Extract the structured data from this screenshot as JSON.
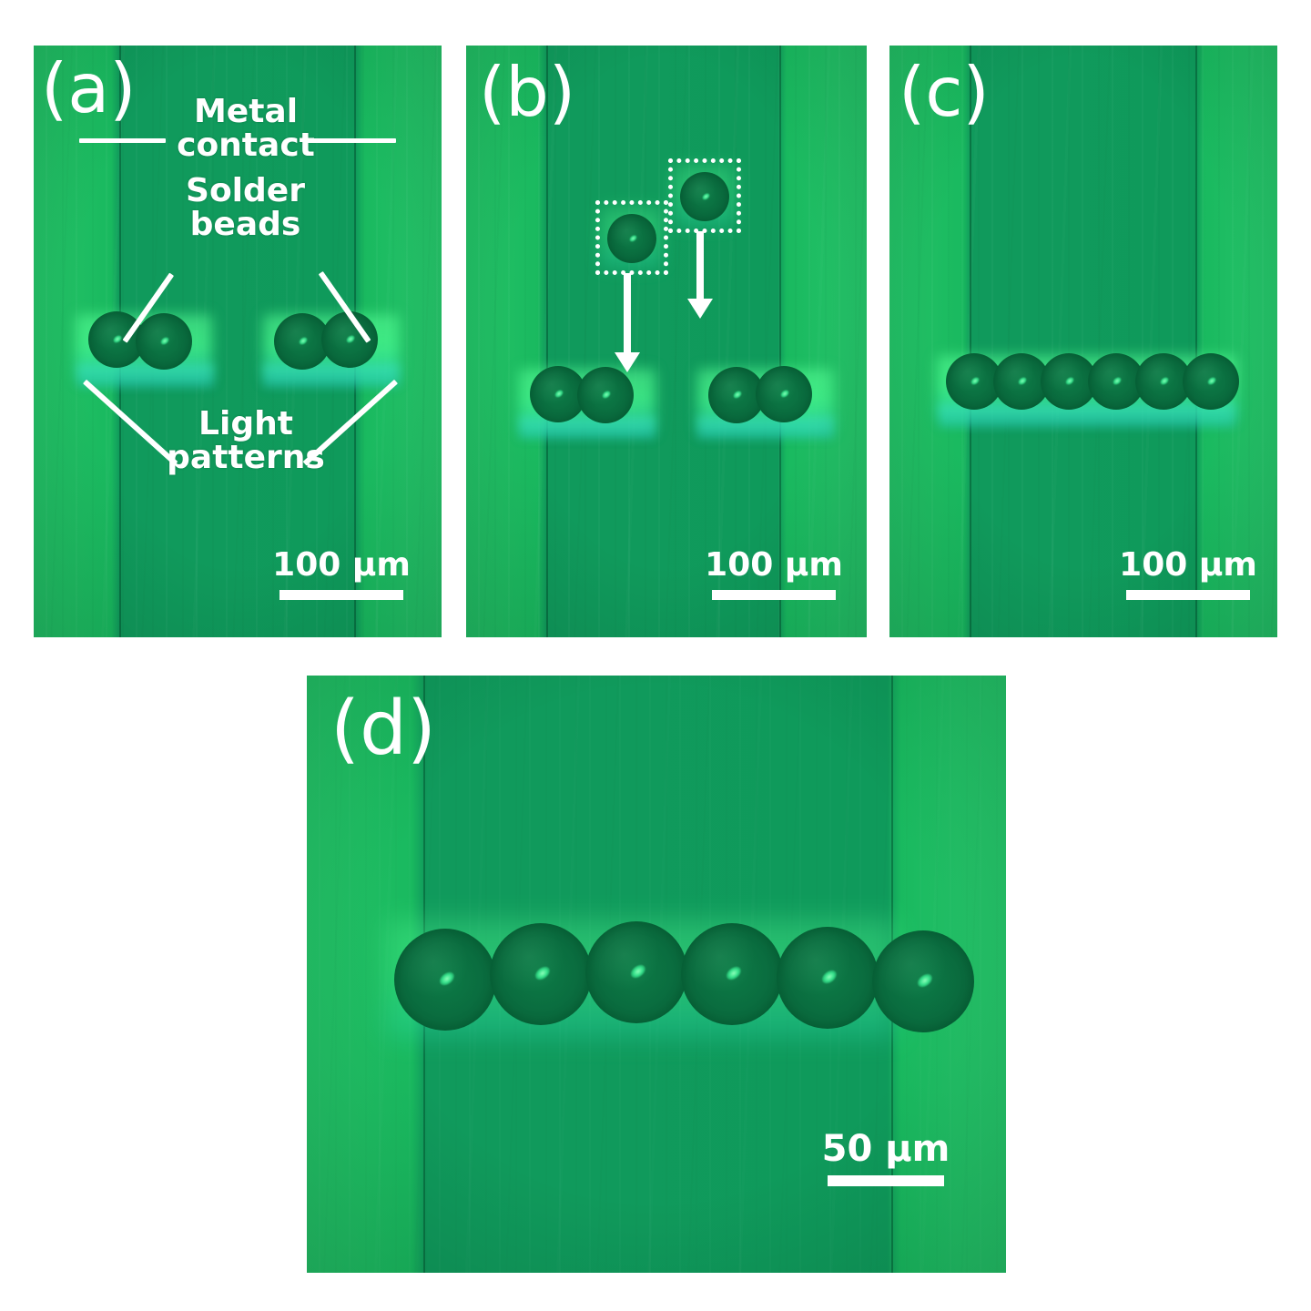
{
  "figure": {
    "type": "microscopy-figure",
    "background": "#ffffff",
    "colors": {
      "metal_contact_green": "#22c066",
      "channel_green": "#0f9a5b",
      "solder_bead_green": "#0a6b3e",
      "light_pattern_glow": "#4cf08c",
      "annotation_white": "#ffffff"
    }
  },
  "panels": [
    {
      "id": "a",
      "label": "(a)",
      "annotations": [
        {
          "name": "metal-contact",
          "text": "Metal\ncontact",
          "line1": "Metal",
          "line2": "contact"
        },
        {
          "name": "solder-beads",
          "text": "Solder\nbeads",
          "line1": "Solder",
          "line2": "beads"
        },
        {
          "name": "light-patterns",
          "text": "Light\npatterns",
          "line1": "Light",
          "line2": "patterns"
        }
      ],
      "scalebar": {
        "value": "100",
        "unit": "µm",
        "text": "100 µm"
      },
      "bead_groups": [
        {
          "name": "bead-pair-left",
          "count": 2
        },
        {
          "name": "bead-pair-right",
          "count": 2
        }
      ],
      "bead_count": 4
    },
    {
      "id": "b",
      "label": "(b)",
      "annotations": [],
      "scalebar": {
        "value": "100",
        "unit": "µm",
        "text": "100 µm"
      },
      "highlighted_beads": [
        {
          "name": "dotted-box-bead-left",
          "count": 1
        },
        {
          "name": "dotted-box-bead-right",
          "count": 1
        }
      ],
      "arrows": 2,
      "bead_groups": [
        {
          "name": "bead-pair-left",
          "count": 2
        },
        {
          "name": "bead-pair-right",
          "count": 2
        }
      ],
      "bead_count": 4
    },
    {
      "id": "c",
      "label": "(c)",
      "annotations": [],
      "scalebar": {
        "value": "100",
        "unit": "µm",
        "text": "100 µm"
      },
      "bead_groups": [
        {
          "name": "bead-row",
          "count": 6
        }
      ],
      "bead_count": 6
    },
    {
      "id": "d",
      "label": "(d)",
      "annotations": [],
      "scalebar": {
        "value": "50",
        "unit": "µm",
        "text": "50 µm"
      },
      "bead_groups": [
        {
          "name": "bead-row",
          "count": 6
        }
      ],
      "bead_count": 6
    }
  ]
}
